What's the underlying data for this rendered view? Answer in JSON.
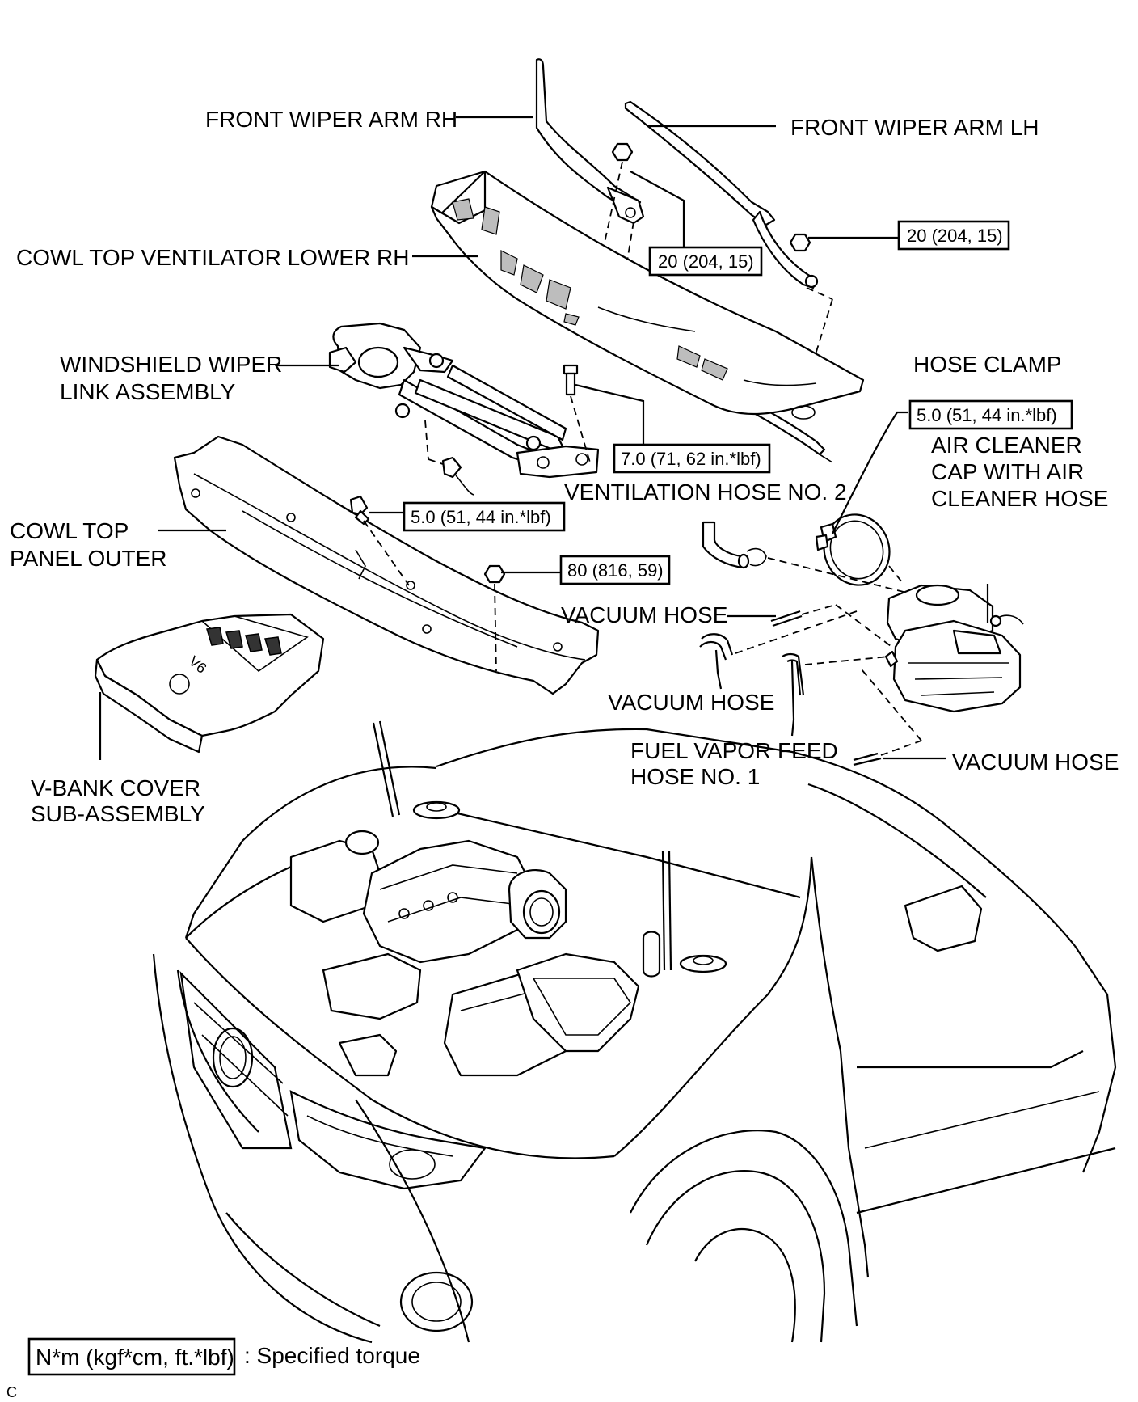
{
  "labels": {
    "front_wiper_arm_rh": "FRONT WIPER ARM RH",
    "front_wiper_arm_lh": "FRONT WIPER ARM LH",
    "cowl_top_ventilator_lower_rh": "COWL TOP VENTILATOR LOWER RH",
    "windshield_wiper_link_line1": "WINDSHIELD WIPER",
    "windshield_wiper_link_line2": "LINK ASSEMBLY",
    "hose_clamp": "HOSE CLAMP",
    "air_cleaner_cap_line1": "AIR CLEANER",
    "air_cleaner_cap_line2": "CAP WITH AIR",
    "air_cleaner_cap_line3": "CLEANER HOSE",
    "ventilation_hose_no2": "VENTILATION HOSE NO. 2",
    "cowl_top_panel_outer_line1": "COWL TOP",
    "cowl_top_panel_outer_line2": "PANEL OUTER",
    "vacuum_hose_1": "VACUUM HOSE",
    "vacuum_hose_2": "VACUUM HOSE",
    "vacuum_hose_3": "VACUUM HOSE",
    "fuel_vapor_feed_line1": "FUEL VAPOR FEED",
    "fuel_vapor_feed_line2": "HOSE NO. 1",
    "v_bank_cover_line1": "V-BANK COVER",
    "v_bank_cover_line2": "SUB-ASSEMBLY",
    "v6_badge": "V6"
  },
  "torques": {
    "wiper_arm_rh_nut": "20 (204, 15)",
    "wiper_arm_lh_nut": "20 (204, 15)",
    "wiper_link_bolt": "7.0 (71, 62 in.*lbf)",
    "hose_clamp_screw": "5.0 (51, 44 in.*lbf)",
    "cowl_panel_bolt": "5.0 (51, 44 in.*lbf)",
    "cowl_panel_nut": "80 (816, 59)"
  },
  "legend": {
    "unit_box": "N*m (kgf*cm, ft.*lbf)",
    "description": ": Specified torque"
  },
  "corner_code": "C"
}
